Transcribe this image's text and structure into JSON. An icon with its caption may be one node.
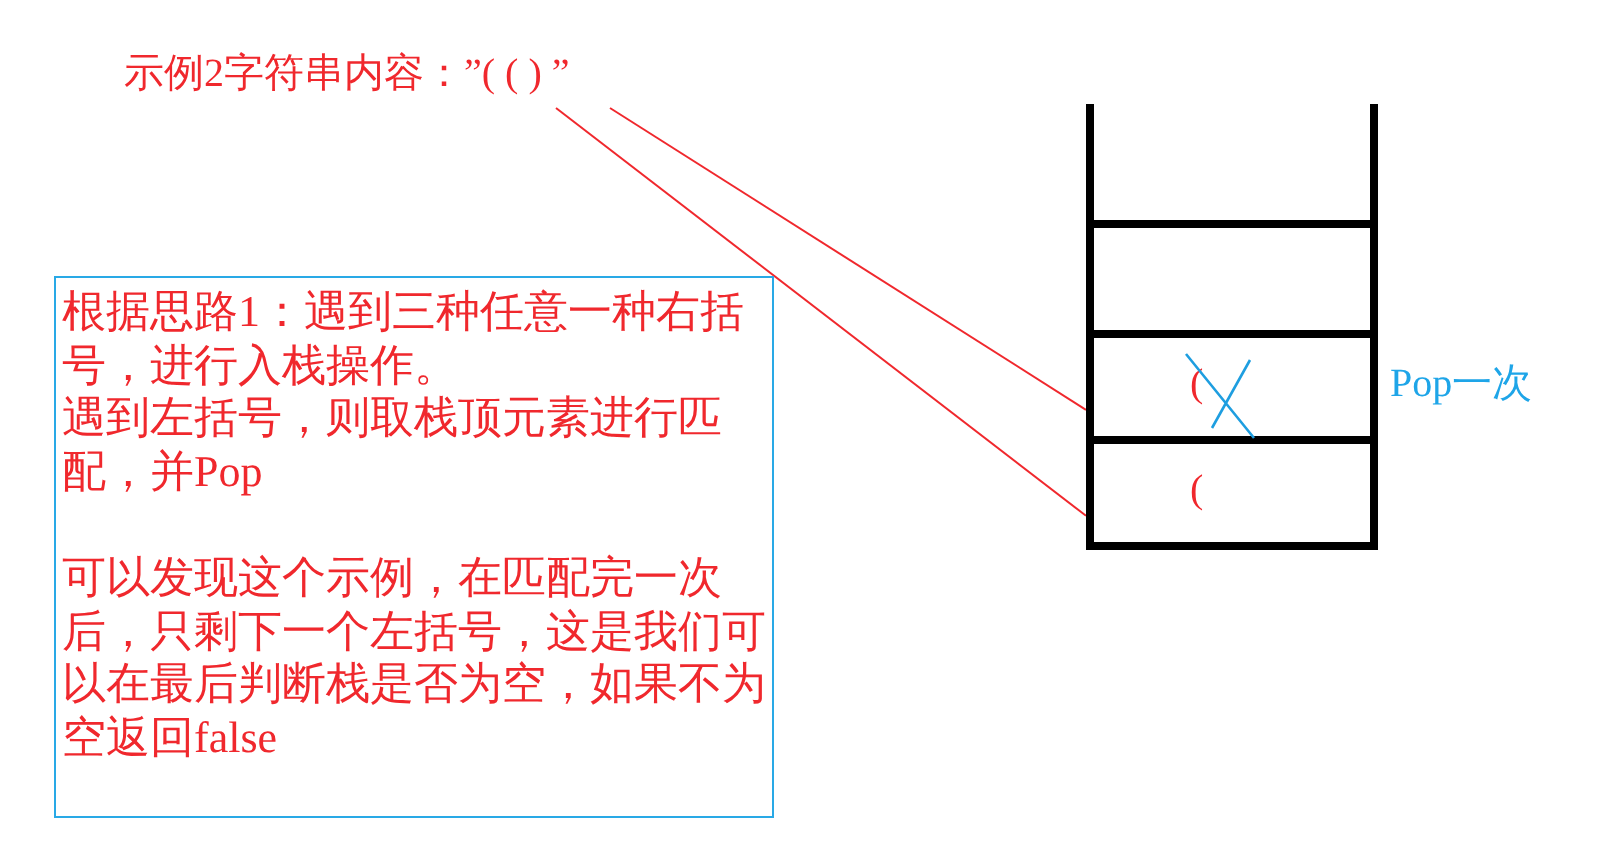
{
  "diagram": {
    "nodes": [
      {
        "text": [
          "示例2字符串内容：”( ( ) ”"
        ]
      },
      {
        "text": [],
        "shape": "box"
      },
      {
        "text": [
          "("
        ]
      },
      {
        "text": [
          "("
        ]
      },
      {
        "text": [
          "根据思路1：遇到三种任意一种右括号，进行入栈操作。",
          "遇到左括号，则取栈顶元素进行匹配，并Pop",
          "可以发现这个示例，在匹配完一次后，只剩下一个左括号，这是我们可以在最后判断栈是否为空，如果不为空返回false"
        ]
      }
    ],
    "edges": [
      {
        "from": 0,
        "to": 3,
        "arrow": "none"
      },
      {
        "from": 0,
        "to": 2,
        "arrow": "none"
      }
    ],
    "labels": [
      "Pop一次"
    ]
  }
}
